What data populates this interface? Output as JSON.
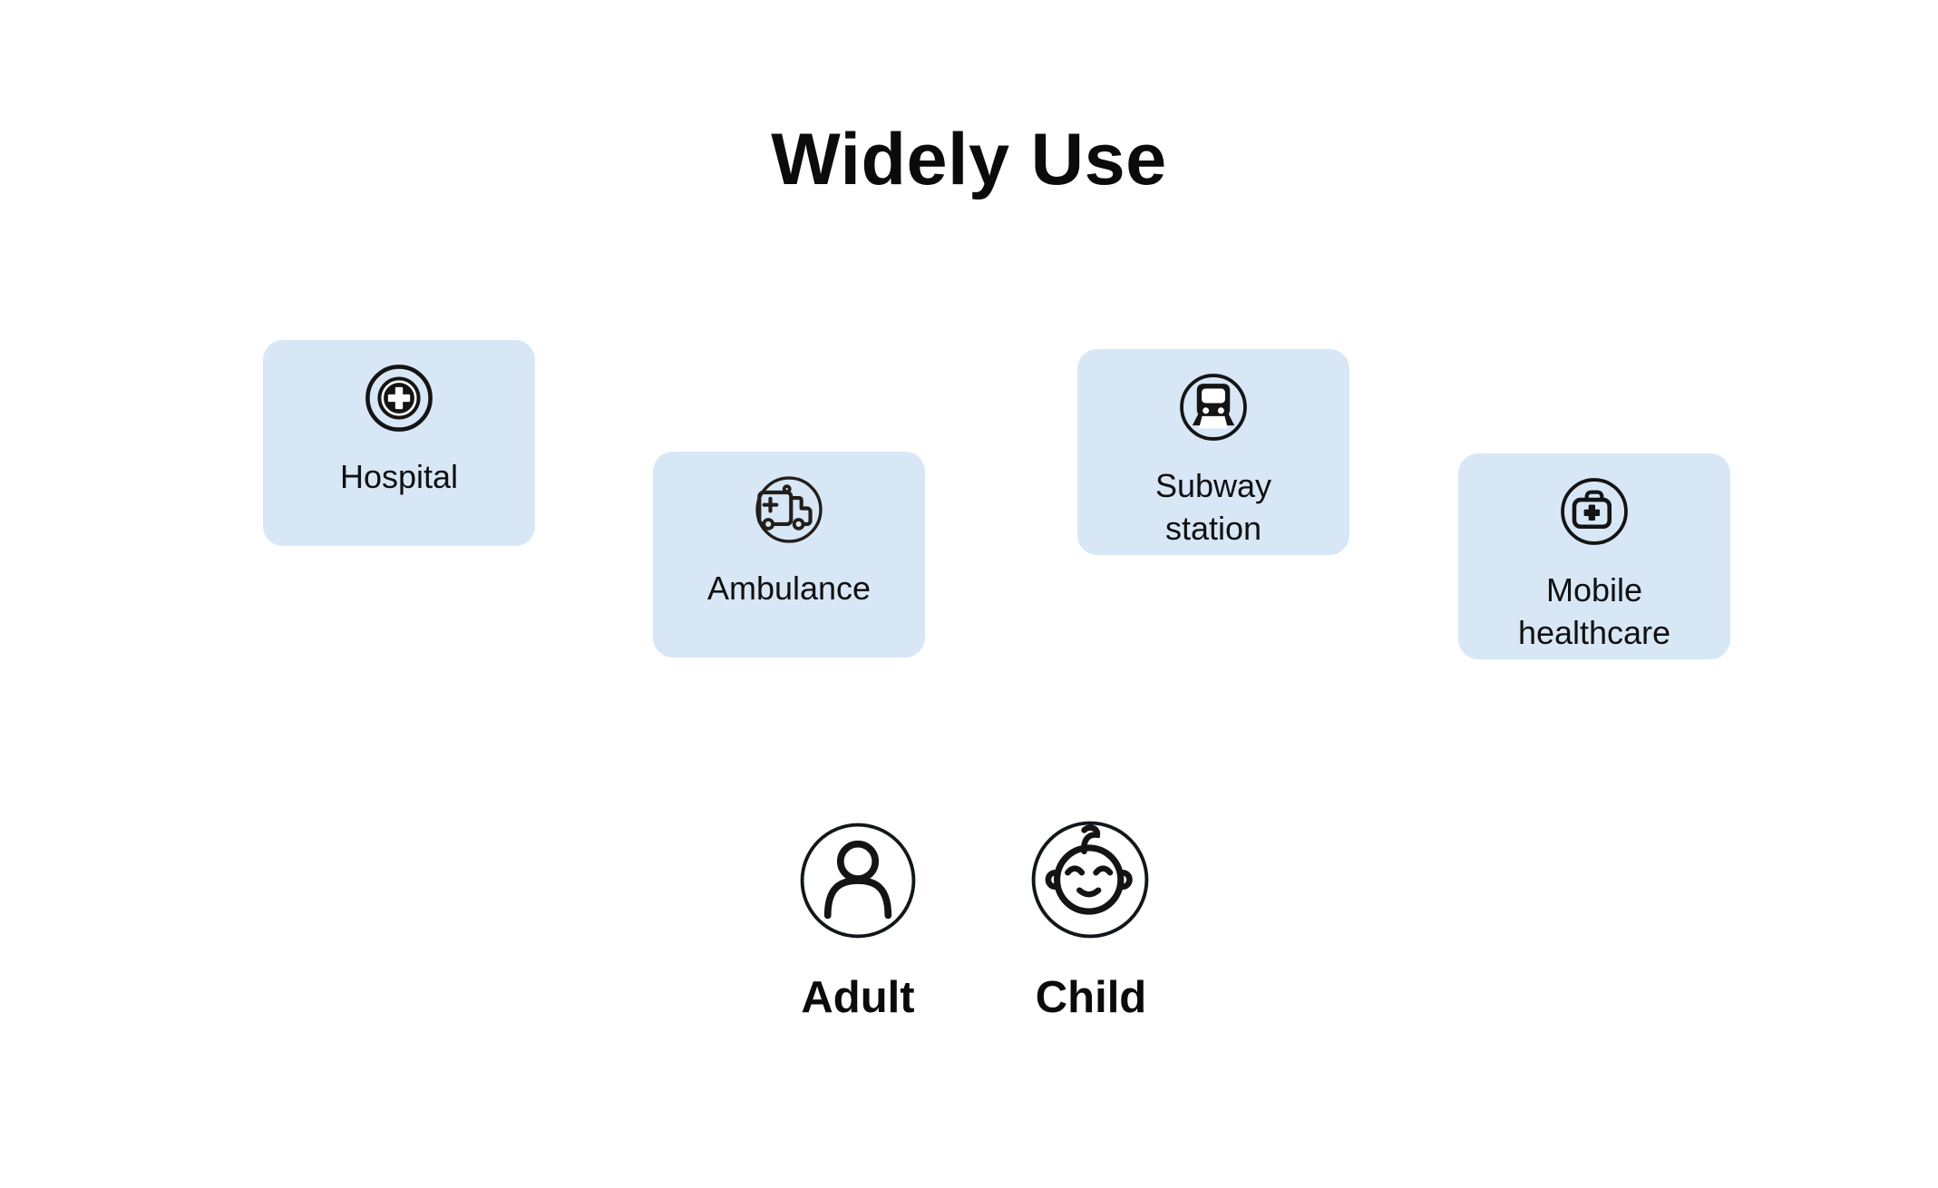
{
  "title": "Widely Use",
  "colors": {
    "page_background": "#ffffff",
    "card_background": "#d7e7f6",
    "text": "#111111",
    "icon_stroke": "#141414"
  },
  "cards": [
    {
      "label": "Hospital",
      "icon": "hospital-cross-icon"
    },
    {
      "label": "Ambulance",
      "icon": "ambulance-icon"
    },
    {
      "label": "Subway station",
      "icon": "subway-train-icon"
    },
    {
      "label": "Mobile healthcare",
      "icon": "first-aid-kit-icon"
    }
  ],
  "persons": [
    {
      "label": "Adult",
      "icon": "adult-person-icon"
    },
    {
      "label": "Child",
      "icon": "child-face-icon"
    }
  ]
}
